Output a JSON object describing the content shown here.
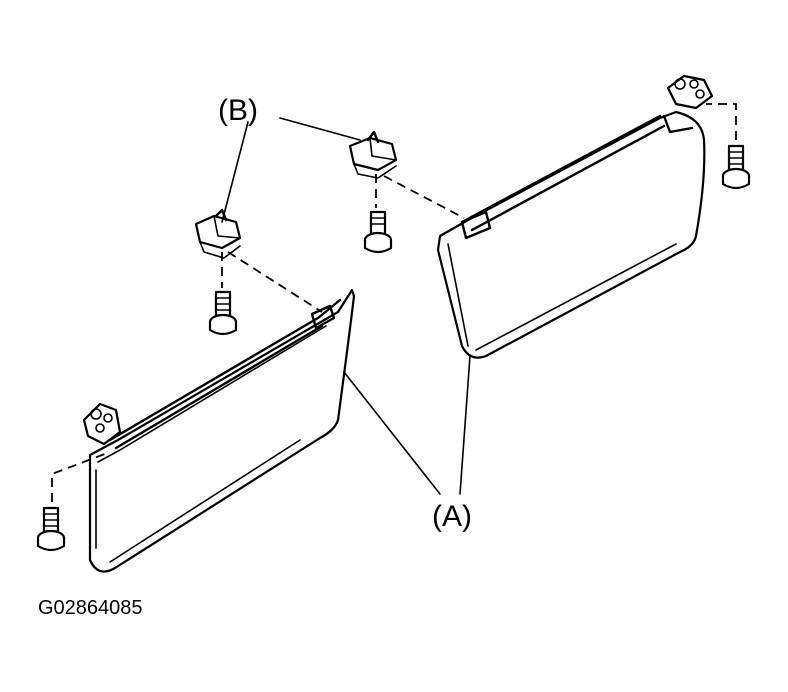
{
  "labels": {
    "callout_b": "(B)",
    "callout_a": "(A)",
    "figure_code": "G02864085"
  }
}
